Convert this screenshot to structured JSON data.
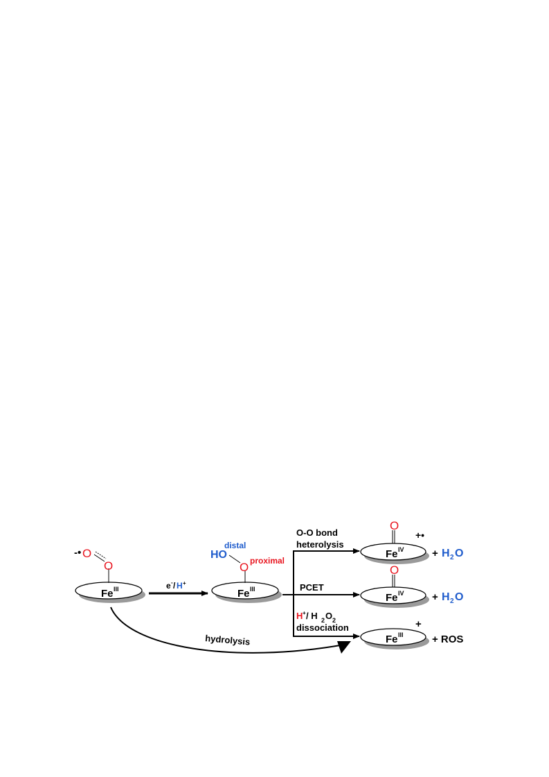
{
  "colors": {
    "red": "#e8141e",
    "blue": "#1f5ccc",
    "black": "#000000",
    "shadow": "#9a9a9a",
    "disk": "#ffffff"
  },
  "species": {
    "superoxo": {
      "charge": "-•",
      "o_atom": "O",
      "o_atom2": "O",
      "iron": "Fe",
      "ox": "III"
    },
    "hydroperoxo": {
      "ho": "HO",
      "distal": "distal",
      "o_atom": "O",
      "proximal": "proximal",
      "iron": "Fe",
      "ox": "III"
    },
    "compound1": {
      "o_atom": "O",
      "iron": "Fe",
      "ox": "IV",
      "charge": "+•"
    },
    "compound2": {
      "o_atom": "O",
      "iron": "Fe",
      "ox": "IV"
    },
    "ferric": {
      "iron": "Fe",
      "ox": "III",
      "charge": "+"
    }
  },
  "arrows": {
    "reduction": {
      "e": "e",
      "e_sup": "-",
      "slash": "/",
      "h": "H",
      "h_sup": "+"
    },
    "heterolysis": {
      "line1": "O-O bond",
      "line2": "heterolysis"
    },
    "pcet": {
      "label": "PCET"
    },
    "dissociation": {
      "h": "H",
      "h_sup": "+",
      "mid": "/ H",
      "sub1": "2",
      "o": "O",
      "sub2": "2",
      "line2": "dissociation"
    },
    "hydrolysis": {
      "label": "hydrolysis"
    }
  },
  "products": {
    "water1": {
      "plus": "+",
      "h": "H",
      "sub": "2",
      "o": "O"
    },
    "water2": {
      "plus": "+",
      "h": "H",
      "sub": "2",
      "o": "O"
    },
    "ros": {
      "text": "+ ROS"
    }
  }
}
